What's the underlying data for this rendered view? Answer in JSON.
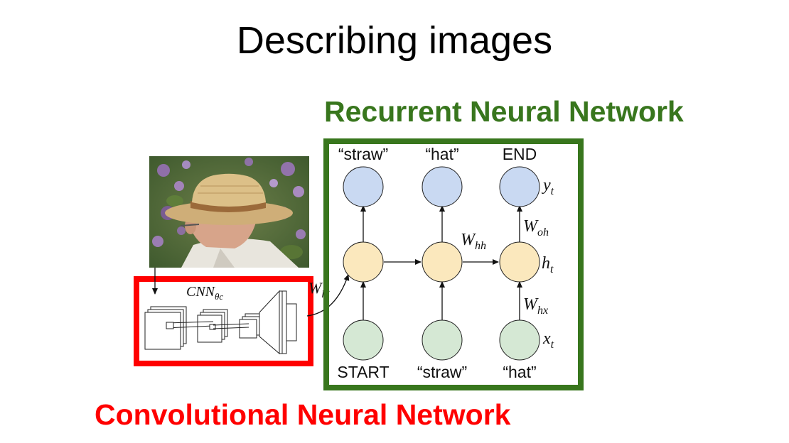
{
  "title": "Describing images",
  "rnn_label": "Recurrent Neural Network",
  "cnn_label": "Convolutional Neural Network",
  "outputs": [
    "“straw”",
    "“hat”",
    "END"
  ],
  "inputs": [
    "START",
    "“straw”",
    "“hat”"
  ],
  "math": {
    "y": "y",
    "y_sub": "t",
    "h": "h",
    "h_sub": "t",
    "x": "x",
    "x_sub": "t",
    "w_hh": "W",
    "w_hh_sub": "hh",
    "w_oh": "W",
    "w_oh_sub": "oh",
    "w_hx": "W",
    "w_hx_sub": "hx",
    "w_hi": "W",
    "w_hi_sub": "hi",
    "cnn": "CNN",
    "cnn_sub": "θc"
  },
  "colors": {
    "rnn_box": "#38761d",
    "cnn_box": "#ff0000",
    "output_node": "#c9d9f2",
    "hidden_node": "#fbe8bd",
    "input_node": "#d5e8d4"
  }
}
